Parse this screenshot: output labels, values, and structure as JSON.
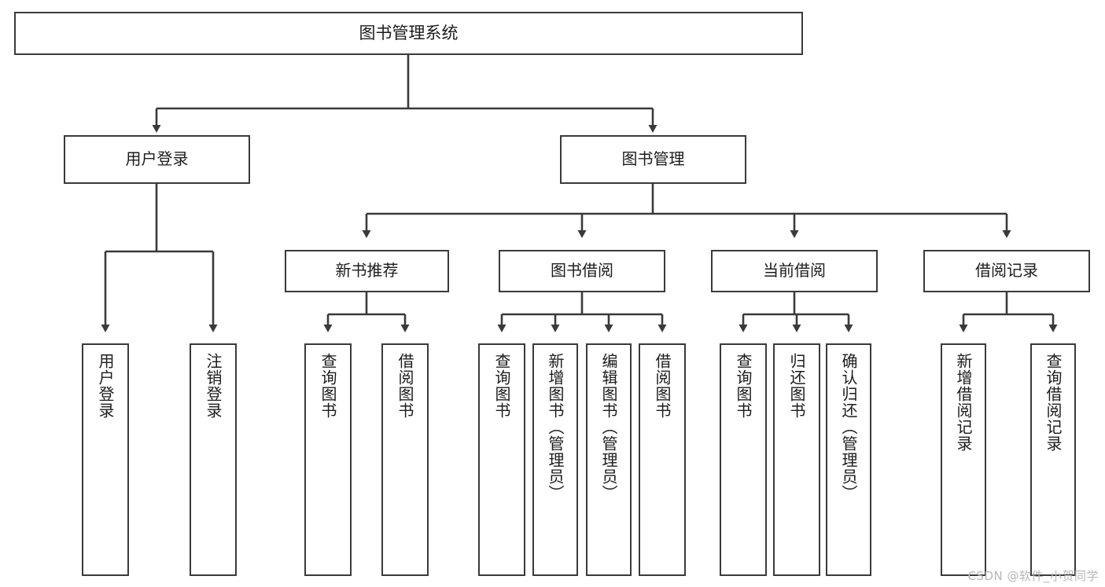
{
  "diagram": {
    "title": "图书管理系统",
    "type": "hierarchy-tree",
    "watermark": "CSDN @软件_小贺同学",
    "colors": {
      "stroke": "#3a3a3a",
      "fill": "#ffffff",
      "text": "#1c1c1c",
      "watermark": "#b7b7b7"
    },
    "nodes": {
      "root": {
        "label": "图书管理系统"
      },
      "level2": [
        {
          "label": "用户登录"
        },
        {
          "label": "图书管理"
        }
      ],
      "level3": [
        {
          "label": "新书推荐"
        },
        {
          "label": "图书借阅"
        },
        {
          "label": "当前借阅"
        },
        {
          "label": "借阅记录"
        }
      ],
      "leaves": {
        "user_login": [
          {
            "label": "用户登录"
          },
          {
            "label": "注销登录"
          }
        ],
        "new_book_recommend": [
          {
            "label": "查询图书"
          },
          {
            "label": "借阅图书"
          }
        ],
        "book_borrow": [
          {
            "label": "查询图书"
          },
          {
            "label": "新增图书（管理员）"
          },
          {
            "label": "编辑图书（管理员）"
          },
          {
            "label": "借阅图书"
          }
        ],
        "current_borrow": [
          {
            "label": "查询图书"
          },
          {
            "label": "归还图书"
          },
          {
            "label": "确认归还（管理员）"
          }
        ],
        "borrow_record": [
          {
            "label": "新增借阅记录"
          },
          {
            "label": "查询借阅记录"
          }
        ]
      }
    }
  }
}
